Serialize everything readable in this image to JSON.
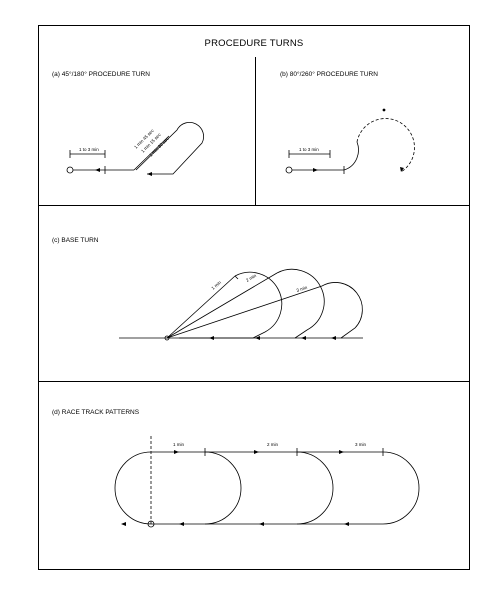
{
  "diagram": {
    "title": "PROCEDURE TURNS",
    "panels": [
      {
        "key": "a",
        "label": "(a) 45°/180° PROCEDURE TURN",
        "annotations": [
          "1 to 3 min",
          "1 min  45 sec",
          "1 min 15 sec",
          "1 min 30 sec"
        ]
      },
      {
        "key": "b",
        "label": "(b) 80°/260° PROCEDURE TURN",
        "annotations": [
          "1 to 3 min"
        ]
      },
      {
        "key": "c",
        "label": "(c) BASE TURN",
        "annotations": [
          "1 min",
          "2 min",
          "3 min"
        ]
      },
      {
        "key": "d",
        "label": "(d) RACE TRACK PATTERNS",
        "annotations": [
          "1 min",
          "2 min",
          "3 min"
        ]
      }
    ]
  }
}
